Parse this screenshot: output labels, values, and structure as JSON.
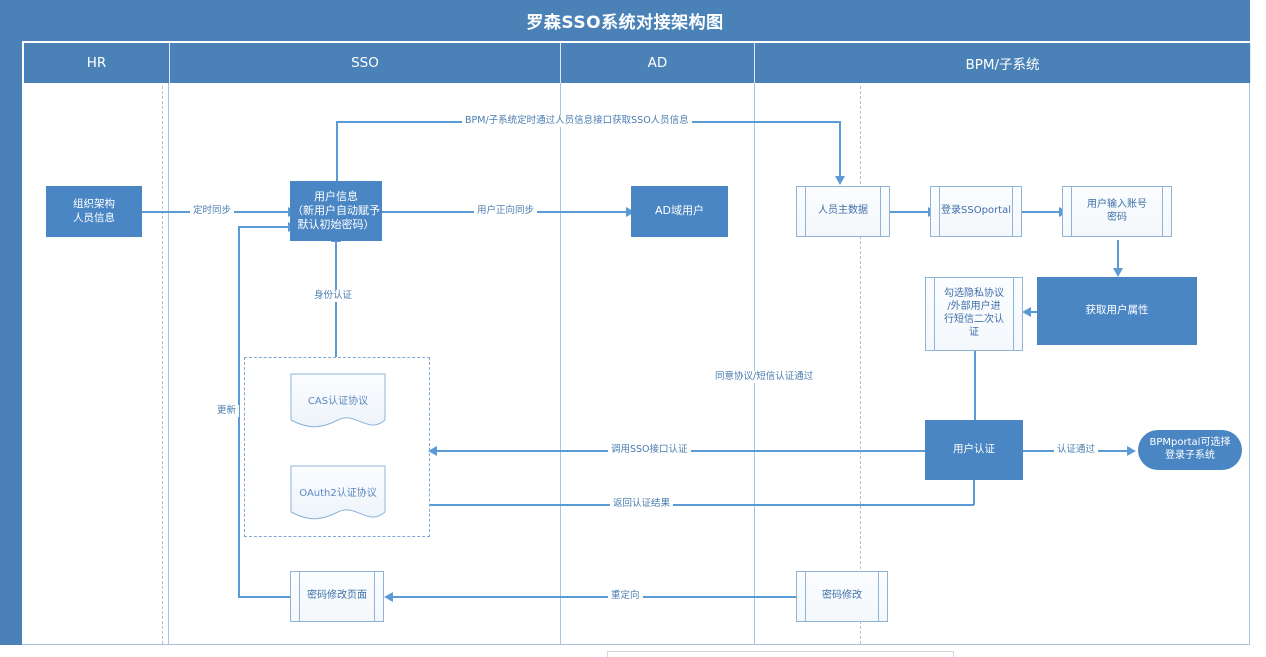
{
  "title": "罗森SSO系统对接架构图",
  "lanes": [
    {
      "name": "HR",
      "label": "HR"
    },
    {
      "name": "SSO",
      "label": "SSO"
    },
    {
      "name": "AD",
      "label": "AD"
    },
    {
      "name": "BPM",
      "label": "BPM/子系统"
    }
  ],
  "nodes": {
    "org_info": {
      "label": "组织架构\n人员信息",
      "shape": "process"
    },
    "user_info": {
      "label": "用户信息\n（新用户自动赋予\n默认初始密码）",
      "shape": "process"
    },
    "ad_user": {
      "label": "AD域用户",
      "shape": "process"
    },
    "master_data": {
      "label": "人员主数据",
      "shape": "predefined-process"
    },
    "login_portal": {
      "label": "登录SSOportal",
      "shape": "predefined-process"
    },
    "input_cred": {
      "label": "用户输入账号\n密码",
      "shape": "predefined-process"
    },
    "get_attr": {
      "label": "获取用户属性",
      "shape": "decision"
    },
    "privacy_sms": {
      "label": "勾选隐私协议\n/外部用户进\n行短信二次认\n证",
      "shape": "predefined-process"
    },
    "user_auth": {
      "label": "用户认证",
      "shape": "decision"
    },
    "bpm_portal": {
      "label": "BPMportal可选择\n登录子系统",
      "shape": "terminator"
    },
    "cas_protocol": {
      "label": "CAS认证协议",
      "shape": "document"
    },
    "oauth2_protocol": {
      "label": "OAuth2认证协议",
      "shape": "document"
    },
    "pwd_change_page": {
      "label": "密码修改页面",
      "shape": "predefined-process"
    },
    "pwd_change": {
      "label": "密码修改",
      "shape": "predefined-process"
    }
  },
  "edge_labels": {
    "scheduled_sync": "定时同步",
    "fetch_sso_people": "BPM/子系统定时通过人员信息接口获取SSO人员信息",
    "forward_sync": "用户正向同步",
    "identity_auth": "身份认证",
    "update": "更新",
    "agree_sms_pass": "同意协议/短信认证通过",
    "call_sso_api": "调用SSO接口认证",
    "return_result": "返回认证结果",
    "auth_pass": "认证通过",
    "redirect": "重定向"
  },
  "colors": {
    "brand_blue": "#4a82b8",
    "shape_blue": "#4a86c4",
    "line_blue": "#5b9bd5",
    "outline_blue": "#8fb4d8",
    "lane_border": "#a9c4de",
    "dash_gray": "#b8bfc6"
  }
}
